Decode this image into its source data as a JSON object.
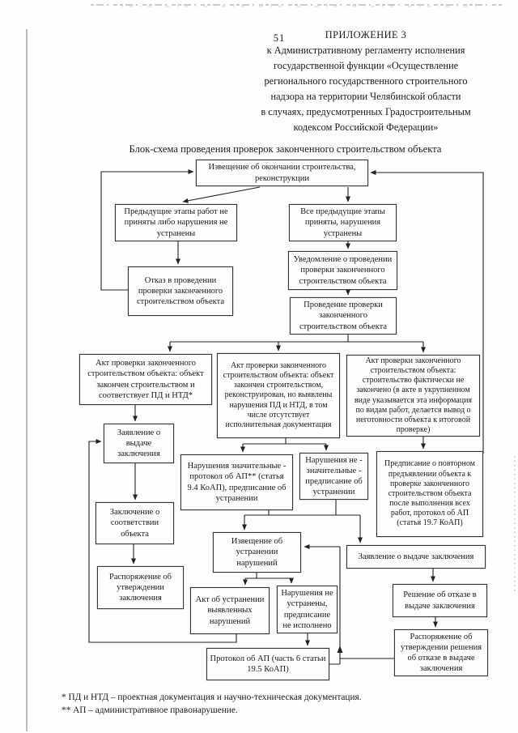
{
  "page_number": "51",
  "header": {
    "appendix_label": "ПРИЛОЖЕНИЕ 3",
    "lines": [
      "к Административному регламенту исполнения",
      "государственной функции «Осуществление",
      "регионального государственного строительного",
      "надзора на территории Челябинской области",
      "в случаях, предусмотренных Градостроительным",
      "кодексом Российской Федерации»"
    ]
  },
  "diagram_title": "Блок-схема проведения проверок законченного строительством объекта",
  "diagram": {
    "nodes": {
      "notice_end": "Извещение об окончании строительства, реконструкции",
      "prev_not_accepted": "Предыдущие этапы работ не приняты либо нарушения не устранены",
      "all_accepted": "Все предыдущие этапы приняты, нарушения устранены",
      "refusal_inspection": "Отказ в проведении проверки законченного строительством объекта",
      "notification": "Уведомление о проведении проверки законченного строительством объекта",
      "inspection": "Проведение проверки законченного строительством объекта",
      "act_ok": "Акт проверки законченного строительством объекта: объект закончен строительством и соответствует ПД и НТД*",
      "act_violations": "Акт проверки законченного строительством объекта: объект закончен строительством, реконструирован, но выявлены нарушения ПД и НТД, в том числе отсутствует исполнительная документация",
      "act_not_finished": "Акт проверки законченного строительством объекта: строительство фактически не закончено (в акте в укрупненном виде указывается эта информация по видам работ, делается вывод о неготовности объекта к итоговой проверке)",
      "application_left": "Заявление о выдаче заключения",
      "violations_major": "Нарушения значительные - протокол об АП** (статья 9.4 КоАП), предписание об устранении",
      "violations_minor": "Нарушения не - значительные - предписание об устранении",
      "repeat_presentation": "Предписание о повторном предъявлении объекта к проверке законченного строительством объекта после выполнения всех работ, протокол об АП (статья 19.7 КоАП)",
      "conclusion": "Заключение о соответствии объекта",
      "order_conclusion": "Распоряжение об утверждении заключения",
      "elimination_notice": "Извещение об устранении нарушений",
      "act_eliminated": "Акт об устранении выявленных нарушений",
      "not_eliminated": "Нарушения не устранены, предписание не исполнено",
      "protocol_ap": "Протокол об АП (часть 6 статьи 19.5 КоАП)",
      "application_right": "Заявление о выдаче заключения",
      "refusal_decision": "Решение об отказе в выдаче заключения",
      "refusal_order": "Распоряжение об утверждении решения об отказе в выдаче заключения"
    },
    "edges": [
      {
        "from": "notice_end",
        "to": "prev_not_accepted"
      },
      {
        "from": "notice_end",
        "to": "all_accepted"
      },
      {
        "from": "prev_not_accepted",
        "to": "refusal_inspection"
      },
      {
        "from": "refusal_inspection",
        "to": "notice_end"
      },
      {
        "from": "all_accepted",
        "to": "notification"
      },
      {
        "from": "notification",
        "to": "inspection"
      },
      {
        "from": "inspection",
        "to": "act_ok"
      },
      {
        "from": "inspection",
        "to": "act_violations"
      },
      {
        "from": "inspection",
        "to": "act_not_finished"
      },
      {
        "from": "act_ok",
        "to": "application_left"
      },
      {
        "from": "application_left",
        "to": "conclusion"
      },
      {
        "from": "conclusion",
        "to": "order_conclusion"
      },
      {
        "from": "act_violations",
        "to": "violations_major"
      },
      {
        "from": "act_violations",
        "to": "violations_minor"
      },
      {
        "from": "act_not_finished",
        "to": "repeat_presentation"
      },
      {
        "from": "repeat_presentation",
        "to": "notice_end"
      },
      {
        "from": "violations_major",
        "to": "elimination_notice"
      },
      {
        "from": "violations_minor",
        "to": "application_right"
      },
      {
        "from": "elimination_notice",
        "to": "act_eliminated"
      },
      {
        "from": "elimination_notice",
        "to": "not_eliminated"
      },
      {
        "from": "act_eliminated",
        "to": "application_left"
      },
      {
        "from": "not_eliminated",
        "to": "protocol_ap"
      },
      {
        "from": "application_right",
        "to": "refusal_decision"
      },
      {
        "from": "refusal_decision",
        "to": "refusal_order"
      },
      {
        "from": "refusal_order",
        "to": "elimination_notice"
      },
      {
        "from": "protocol_ap",
        "to": "elimination_notice"
      }
    ]
  },
  "footnotes": [
    "* ПД и НТД – проектная документация и научно-техническая документация.",
    "** АП – административное правонарушение."
  ],
  "colors": {
    "ink": "#1b1b1b",
    "box_border": "#383838",
    "paper": "#fdfdfb"
  }
}
